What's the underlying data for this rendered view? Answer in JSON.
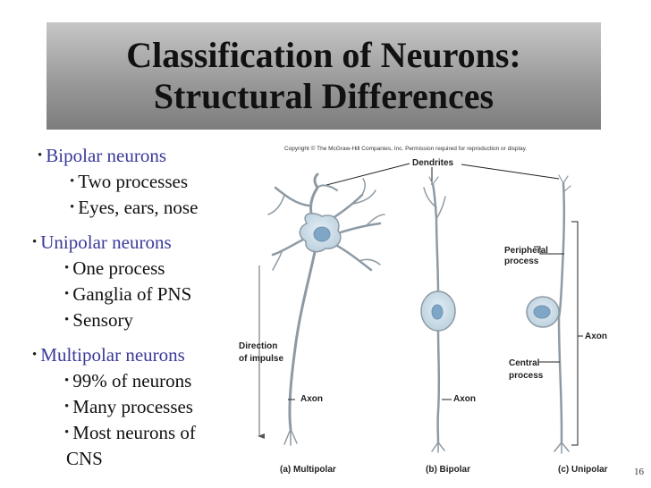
{
  "slide": {
    "title_line1": "Classification of Neurons:",
    "title_line2": "Structural Differences",
    "page_number": "16"
  },
  "bullets": [
    {
      "label": "Bipolar neurons",
      "subs": [
        "Two processes",
        "Eyes, ears, nose"
      ]
    },
    {
      "label": "Unipolar neurons",
      "subs": [
        "One process",
        "Ganglia of PNS",
        "Sensory"
      ]
    },
    {
      "label": "Multipolar neurons",
      "subs": [
        "99% of neurons",
        "Many processes",
        "Most neurons of",
        "CNS"
      ]
    }
  ],
  "figure": {
    "copyright": "Copyright © The McGraw-Hill Companies, Inc. Permission required for reproduction or display.",
    "dendrites": "Dendrites",
    "peripheral_process_1": "Peripheral",
    "peripheral_process_2": "process",
    "axon_unipolar": "Axon",
    "direction_1": "Direction",
    "direction_2": "of impulse",
    "central_process_1": "Central",
    "central_process_2": "process",
    "axon_multipolar": "Axon",
    "axon_bipolar": "Axon",
    "caption_a": "(a) Multipolar",
    "caption_b": "(b) Bipolar",
    "caption_c": "(c) Unipolar"
  }
}
